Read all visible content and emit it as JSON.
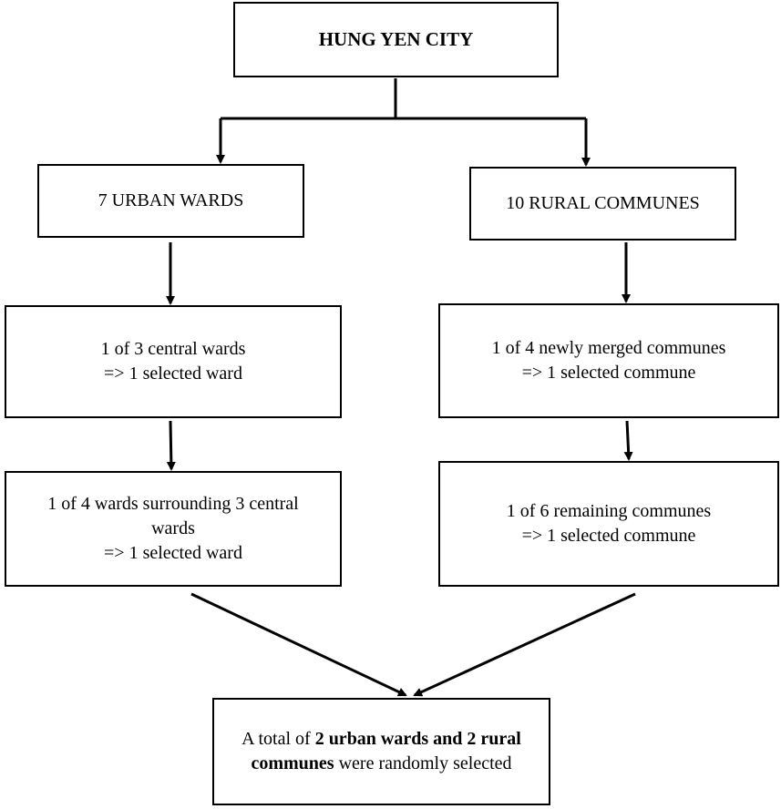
{
  "top": {
    "title": "HUNG YEN CITY"
  },
  "urban": {
    "label": "7 URBAN WARDS"
  },
  "rural": {
    "label": "10 RURAL COMMUNES"
  },
  "left_step1": {
    "line1": "1 of 3 central wards",
    "line2": "=> 1 selected ward"
  },
  "left_step2": {
    "line1": "1 of 4 wards surrounding 3 central",
    "line2": "wards",
    "line3": "=> 1 selected ward"
  },
  "right_step1": {
    "line1": "1 of 4 newly merged communes",
    "line2": "=> 1 selected commune"
  },
  "right_step2": {
    "line1": "1 of 6 remaining communes",
    "line2": "=> 1 selected commune"
  },
  "bottom": {
    "prefix": "A total of ",
    "bold1": "2 urban wards and 2 rural",
    "bold2": "communes",
    "suffix": " were randomly selected"
  }
}
